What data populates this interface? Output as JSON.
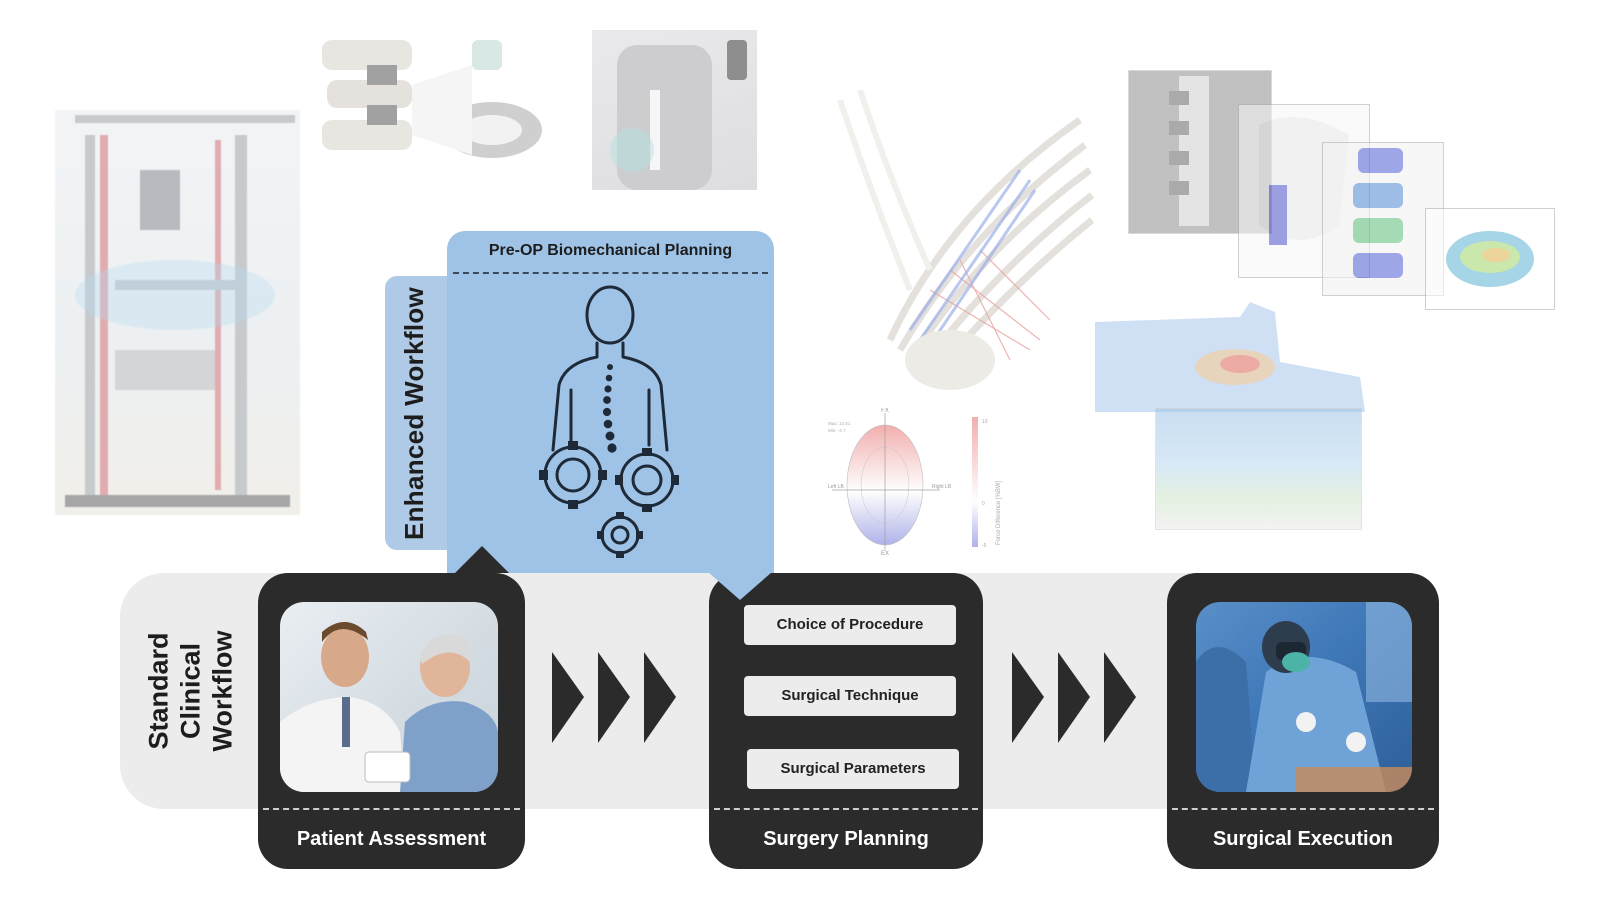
{
  "enhanced": {
    "side_label": "Enhanced Workflow",
    "title": "Pre-OP Biomechanical Planning"
  },
  "standard": {
    "label_lines": [
      "Standard",
      "Clinical",
      "Workflow"
    ]
  },
  "stages": [
    {
      "title": "Patient Assessment"
    },
    {
      "title": "Surgery Planning",
      "items": [
        "Choice of Procedure",
        "Surgical Technique",
        "Surgical Parameters"
      ]
    },
    {
      "title": "Surgical Execution"
    }
  ],
  "polar_chart": {
    "top": "FX",
    "bottom": "EX",
    "left": "Left\nLB",
    "right": "Right\nLB",
    "legend_max": "10",
    "legend_min": "-5",
    "legend_zero": "0",
    "legend_label": "Force Difference [%BW]",
    "max_note": "Max: 12.61",
    "min_note": "Min: -4.7"
  },
  "colors": {
    "dark": "#2b2b2b",
    "enhanced_blue": "#9fc3e7",
    "enhanced_side": "#aecae6",
    "bar_grey": "#ececec"
  }
}
